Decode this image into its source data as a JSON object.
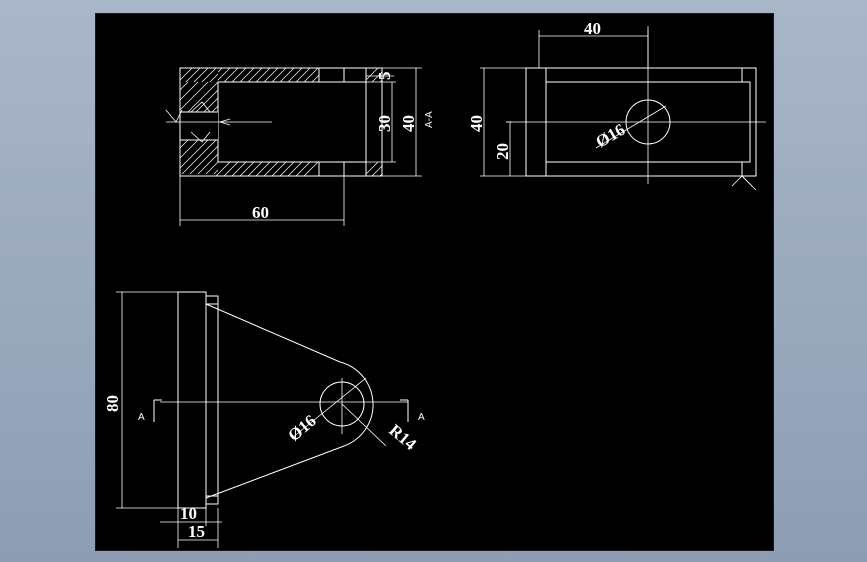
{
  "drawing": {
    "background": "#000000",
    "line_color": "#ffffff",
    "section_view": {
      "label": "A-A",
      "dims": {
        "length": "60",
        "height": "40",
        "bore": "30",
        "wall": "5"
      }
    },
    "side_view": {
      "dims": {
        "width": "40",
        "height": "40",
        "center": "20",
        "hole": "Ø16"
      }
    },
    "front_view": {
      "dims": {
        "height": "80",
        "plate": "10",
        "base": "15",
        "hole": "Ø16",
        "radius": "R14"
      },
      "section_marks": {
        "left": "A",
        "right": "A"
      }
    }
  }
}
